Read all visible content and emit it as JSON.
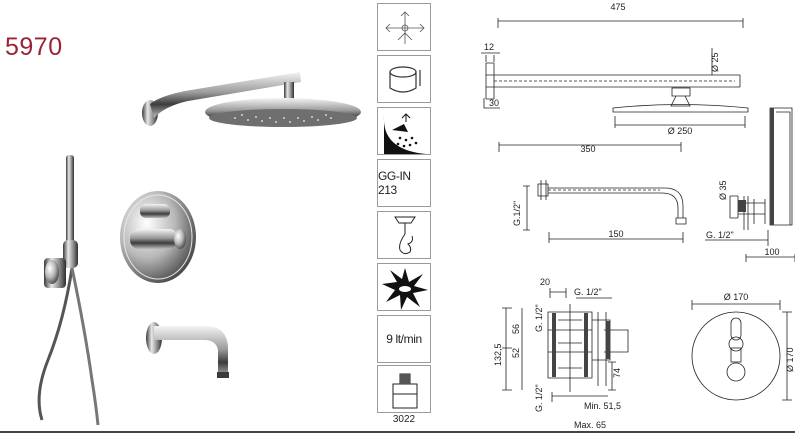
{
  "product": {
    "code": "5970"
  },
  "icons": {
    "cartridge_label": "GG-IN 213",
    "flow_label": "9 lt/min",
    "box_caption": "3022"
  },
  "dims": {
    "arm_length": "475",
    "plate_thickness": "12",
    "arm_diameter": "Ø 25",
    "wall_offset": "30",
    "head_diameter": "Ø 250",
    "arm_projection": "350",
    "spout_thread": "G.1/2\"",
    "spout_length": "150",
    "holder_diameter": "Ø 35",
    "hose_thread": "G. 1/2\"",
    "holder_length": "100",
    "valve_top_offset": "20",
    "valve_thread_top": "G. 1/2\"",
    "valve_thread_left": "G. 1/2\"",
    "valve_height": "132,5",
    "valve_upper": "56",
    "valve_lower": "52",
    "valve_thread_bottom": "G. 1/2\"",
    "valve_depth": "74",
    "valve_min": "Min. 51,5",
    "valve_max": "Max. 65",
    "plate_width": "Ø 170",
    "plate_height": "Ø 170"
  }
}
